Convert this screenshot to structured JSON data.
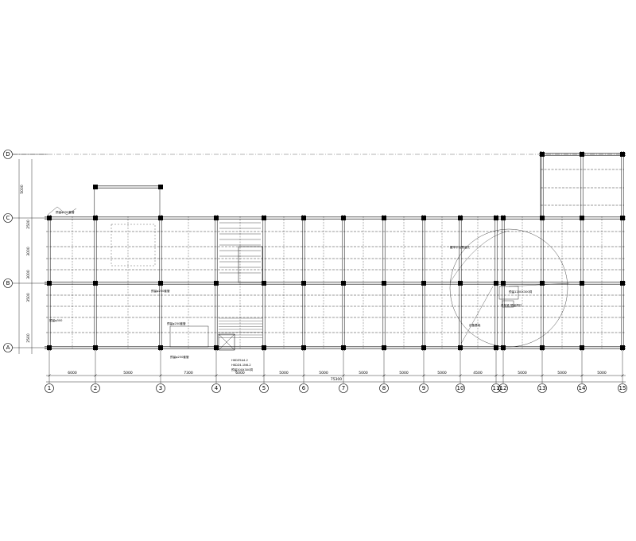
{
  "drawing": {
    "column_axes": [
      "1",
      "2",
      "3",
      "4",
      "5",
      "6",
      "7",
      "8",
      "9",
      "10",
      "11",
      "12",
      "13",
      "14",
      "15"
    ],
    "row_axes": [
      "A",
      "B",
      "C",
      "D"
    ],
    "bottom_spacings": [
      "6000",
      "5000",
      "7300",
      "6000",
      "5000",
      "5000",
      "5000",
      "5000",
      "5000",
      "4500",
      "5000",
      "5000",
      "5000"
    ],
    "total_length": "75300",
    "left_dims": [
      "5000",
      "2500",
      "3000",
      "3000",
      "3500",
      "2500"
    ],
    "notes": {
      "top_left": "预留φ250套管",
      "mid_left": "预留φ250套管",
      "low_left": "预留φ250套管",
      "bottom_left_a": "预留φ250套管",
      "bottom_left_b": "预留φ300",
      "stair_a": "HKDZ5A4-2",
      "stair_b": "HKDZ4-1N6-2",
      "stair_c": "预留300X300洞",
      "right_a": "罐车平台预留孔",
      "right_b": "预留1200X300洞",
      "right_c": "设备基础",
      "right_d": "吊车梁 预留洞口"
    }
  }
}
